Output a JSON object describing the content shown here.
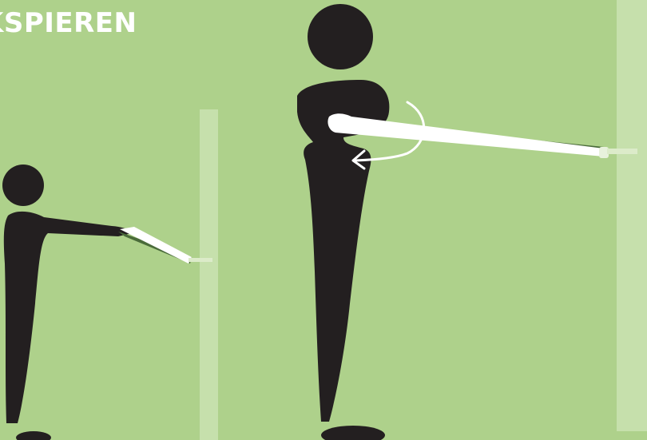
{
  "heading": {
    "text": "KSPIEREN"
  },
  "colors": {
    "background": "#aed18b",
    "figure": "#231f20",
    "post": "#c6e0ac",
    "band_white": "#ffffff",
    "band_dark": "#4a6b3a"
  },
  "illustration": {
    "figures": [
      {
        "name": "small-figure",
        "icon": "person-pulling-band-icon"
      },
      {
        "name": "large-figure",
        "icon": "person-rotating-band-icon"
      }
    ],
    "arrow_icon": "rotation-arrow-icon"
  }
}
